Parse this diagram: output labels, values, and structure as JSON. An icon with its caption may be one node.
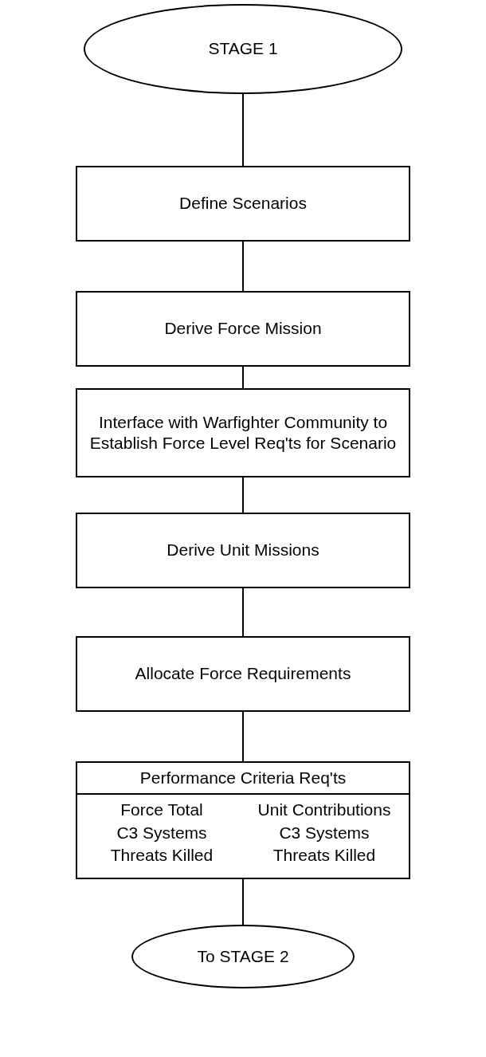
{
  "diagram": {
    "nodes": [
      {
        "text": [
          "STAGE 1"
        ]
      },
      {
        "text": [
          "Define Scenarios"
        ]
      },
      {
        "text": [
          "Derive Force Mission"
        ]
      },
      {
        "text": [
          "Interface with Warfighter Community to Establish Force Level Req'ts for Scenario"
        ]
      },
      {
        "text": [
          "Derive Unit Missions"
        ]
      },
      {
        "text": [
          "Allocate Force Requirements"
        ]
      },
      {
        "text": [
          "Performance Criteria Req'ts",
          "Force Total",
          "Unit Contributions",
          "C3 Systems",
          "C3 Systems",
          "Threats Killed",
          "Threats Killed"
        ]
      },
      {
        "text": [
          "To STAGE 2"
        ]
      }
    ],
    "edges": [
      {
        "from": 0,
        "to": 1,
        "arrow": "none"
      },
      {
        "from": 1,
        "to": 2,
        "arrow": "none"
      },
      {
        "from": 2,
        "to": 3,
        "arrow": "none"
      },
      {
        "from": 3,
        "to": 4,
        "arrow": "none"
      },
      {
        "from": 4,
        "to": 5,
        "arrow": "none"
      },
      {
        "from": 5,
        "to": 6,
        "arrow": "none"
      },
      {
        "from": 6,
        "to": 7,
        "arrow": "none"
      }
    ]
  }
}
